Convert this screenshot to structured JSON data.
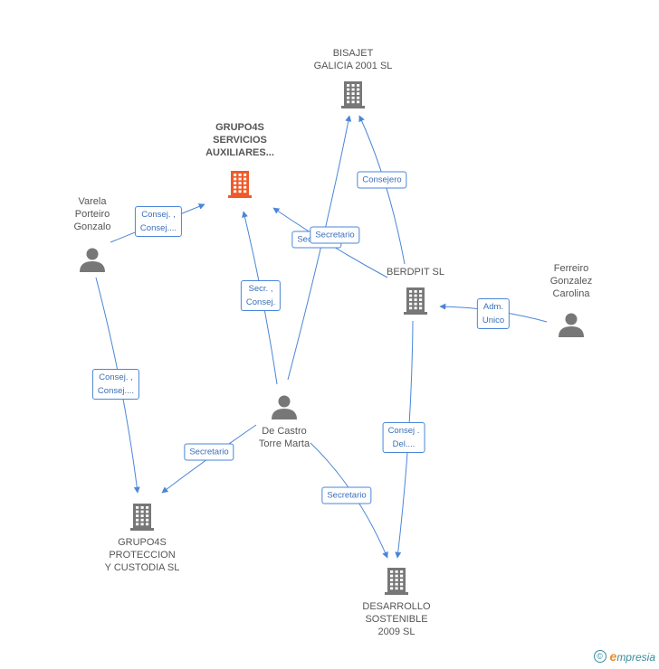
{
  "nodes": [
    {
      "id": "bisajet",
      "type": "company",
      "color": "#777777",
      "lines": [
        "BISAJET",
        "GALICIA 2001 SL"
      ],
      "bold": false,
      "label_pos": "above"
    },
    {
      "id": "grupo4s_servicios",
      "type": "company",
      "color": "#f05a28",
      "lines": [
        "GRUPO4S",
        "SERVICIOS",
        "AUXILIARES..."
      ],
      "bold": true,
      "label_pos": "above"
    },
    {
      "id": "varela",
      "type": "person",
      "color": "#777777",
      "lines": [
        "Varela",
        "Porteiro",
        "Gonzalo"
      ],
      "bold": false,
      "label_pos": "above"
    },
    {
      "id": "berdpit",
      "type": "company",
      "color": "#777777",
      "lines": [
        "BERDPIT SL"
      ],
      "bold": false,
      "label_pos": "above"
    },
    {
      "id": "ferreiro",
      "type": "person",
      "color": "#777777",
      "lines": [
        "Ferreiro",
        "Gonzalez",
        "Carolina"
      ],
      "bold": false,
      "label_pos": "above"
    },
    {
      "id": "decastro",
      "type": "person",
      "color": "#777777",
      "lines": [
        "De Castro",
        "Torre Marta"
      ],
      "bold": false,
      "label_pos": "below"
    },
    {
      "id": "grupo4s_proteccion",
      "type": "company",
      "color": "#777777",
      "lines": [
        "GRUPO4S",
        "PROTECCION",
        "Y CUSTODIA  SL"
      ],
      "bold": false,
      "label_pos": "below"
    },
    {
      "id": "desarrollo",
      "type": "company",
      "color": "#777777",
      "lines": [
        "DESARROLLO",
        "SOSTENIBLE",
        "2009 SL"
      ],
      "bold": false,
      "label_pos": "below"
    }
  ],
  "edges": [
    {
      "id": "varela-grupo4s",
      "label": [
        "Consej. ,",
        "Consej...."
      ]
    },
    {
      "id": "varela-proteccion",
      "label": [
        "Consej. ,",
        "Consej...."
      ]
    },
    {
      "id": "decastro-grupo4s",
      "label": [
        "Secr. ,",
        "Consej."
      ]
    },
    {
      "id": "decastro-bisajet",
      "label": [
        "Secretario"
      ]
    },
    {
      "id": "berdpit-grupo4s",
      "label": [
        "Secretario"
      ]
    },
    {
      "id": "berdpit-bisajet",
      "label": [
        "Consejero"
      ]
    },
    {
      "id": "ferreiro-berdpit",
      "label": [
        "Adm.",
        "Unico"
      ]
    },
    {
      "id": "berdpit-desarrollo",
      "label": [
        "Consej .",
        "Del...."
      ]
    },
    {
      "id": "decastro-proteccion",
      "label": [
        "Secretario"
      ]
    },
    {
      "id": "decastro-desarrollo",
      "label": [
        "Secretario"
      ]
    }
  ],
  "colors": {
    "edge": "#4a86d8",
    "icon": "#777777",
    "highlight": "#f05a28"
  },
  "footer": {
    "copyright": "©",
    "brand_first": "e",
    "brand_rest": "mpresia"
  }
}
